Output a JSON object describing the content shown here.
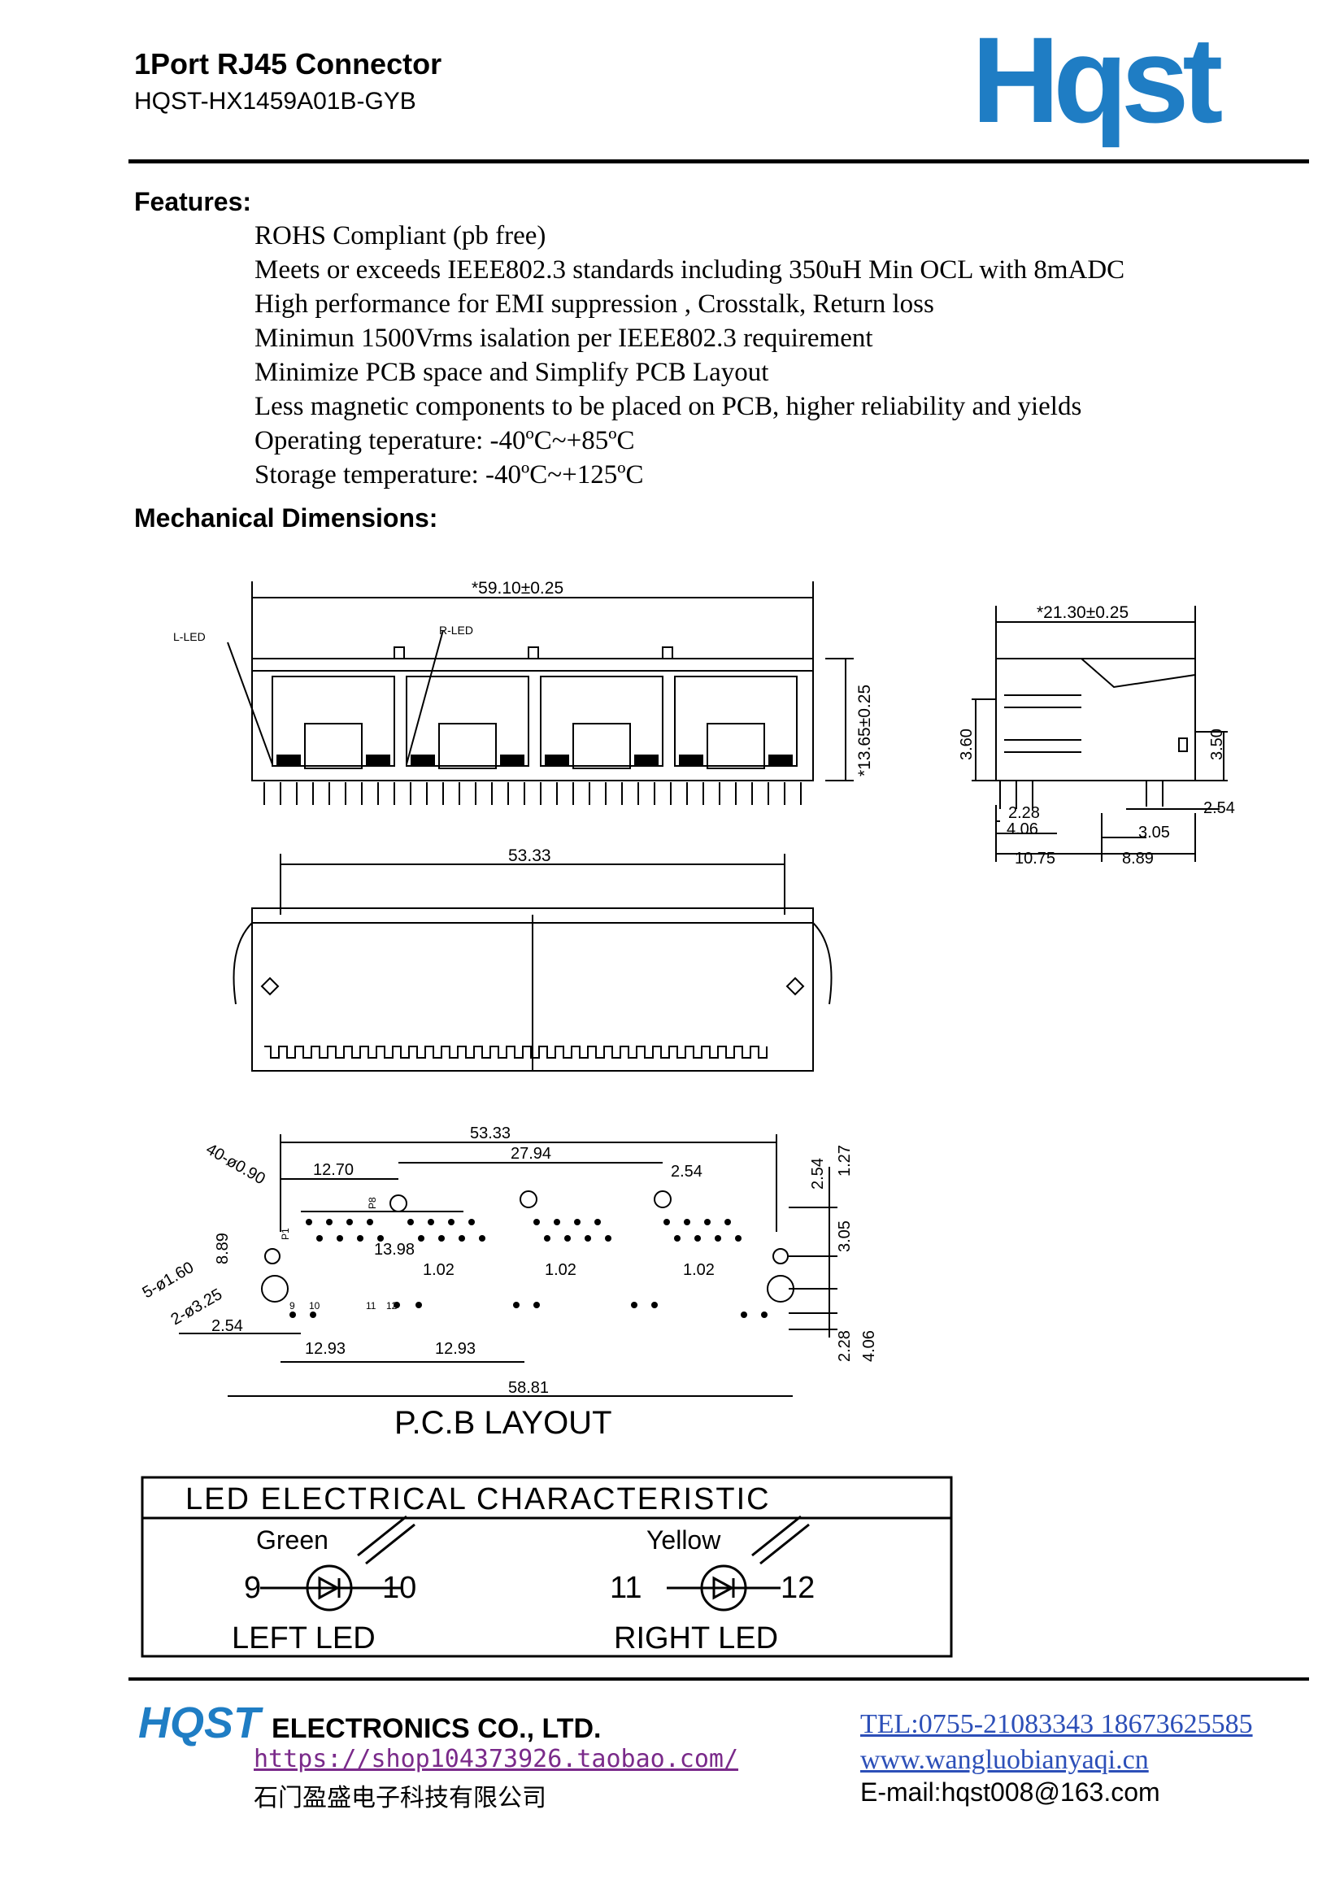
{
  "header": {
    "title": "1Port RJ45 Connector",
    "part_number": "HQST-HX1459A01B-GYB",
    "logo_text": "Hqst"
  },
  "features": {
    "heading": "Features:",
    "items": [
      "ROHS Compliant (pb free)",
      "Meets or exceeds IEEE802.3 standards including 350uH Min OCL with 8mADC",
      "High performance for EMI suppression , Crosstalk, Return loss",
      "Minimun 1500Vrms isalation per IEEE802.3 requirement",
      "Minimize PCB space and Simplify PCB Layout",
      "Less magnetic components to be placed on PCB, higher reliability and yields",
      "Operating teperature:  -40ºC~+85ºC",
      "Storage temperature:  -40ºC~+125ºC"
    ]
  },
  "mechanical": {
    "heading": "Mechanical Dimensions:",
    "front": {
      "width": "*59.10±0.25",
      "height": "*13.65±0.25",
      "l_led": "L-LED",
      "r_led": "R-LED"
    },
    "side": {
      "depth": "*21.30±0.25",
      "d1": "3.60",
      "d2": "3.50",
      "d3": "2.28",
      "d4": "4.06",
      "d5": "2.54",
      "d6": "3.05",
      "d7": "10.75",
      "d8": "8.89"
    },
    "bottom": {
      "width": "53.33"
    },
    "pcb": {
      "title": "P.C.B  LAYOUT",
      "top_span": "53.33",
      "span2": "27.94",
      "span3": "12.70",
      "span4": "2.54",
      "span5": "13.98",
      "pitch1": "1.02",
      "pitch2": "1.02",
      "pitch3": "1.02",
      "hole1": "40-ø0.90",
      "hole2": "5-ø1.60",
      "hole3": "2-ø3.25",
      "v1": "8.89",
      "v2": "2.54",
      "v3": "1.27",
      "v4": "3.05",
      "v5": "2.28",
      "v6": "4.06",
      "left_small": "2.54",
      "b1": "12.93",
      "b2": "12.93",
      "bottom_span": "58.81",
      "p8": "P8",
      "p1": "P1",
      "n9": "9",
      "n10": "10",
      "n11": "11",
      "n12": "12"
    },
    "led_table": {
      "title": "LED  ELECTRICAL  CHARACTERISTIC",
      "left_color": "Green",
      "left_pin_a": "9",
      "left_pin_b": "10",
      "left_name": "LEFT  LED",
      "right_color": "Yellow",
      "right_pin_a": "11",
      "right_pin_b": "12",
      "right_name": "RIGHT  LED"
    }
  },
  "footer": {
    "brand": "HQST",
    "company": "ELECTRONICS CO., LTD.",
    "shop_url": "https://shop104373926.taobao.com/",
    "chinese_name": "石门盈盛电子科技有限公司",
    "tel": "TEL:0755-21083343  18673625585 ",
    "website": "www.wangluobianyaqi.cn",
    "email": "E-mail:hqst008@163.com"
  },
  "colors": {
    "brand_blue": "#1f7dc4",
    "link_purple": "#7a2a8a",
    "link_blue": "#2c4fb8"
  }
}
